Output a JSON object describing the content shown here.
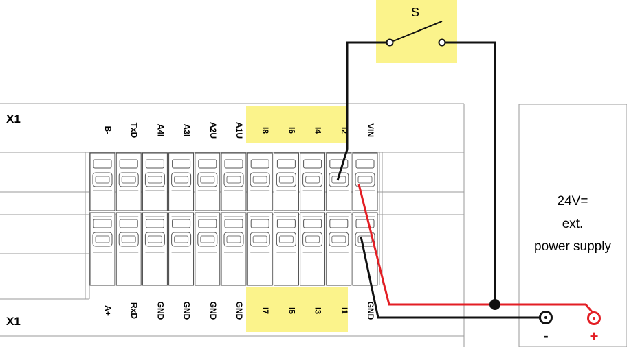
{
  "module": {
    "label_top": "X1",
    "label_bottom": "X1",
    "top_terminals": [
      "B-",
      "TxD",
      "A4I",
      "A3I",
      "A2U",
      "A1U",
      "I8",
      "I6",
      "I4",
      "I2",
      "VIN"
    ],
    "bottom_terminals": [
      "A+",
      "RxD",
      "GND",
      "GND",
      "GND",
      "GND",
      "I7",
      "I5",
      "I3",
      "I1",
      "GND"
    ],
    "highlight_terminal_indices": [
      6,
      7,
      8,
      9
    ]
  },
  "switch": {
    "label": "S"
  },
  "power_supply": {
    "lines": [
      "24V=",
      "ext.",
      "power supply"
    ],
    "minus_label": "-",
    "plus_label": "+"
  },
  "colors": {
    "highlight": "#fbf38b",
    "wire_black": "#111111",
    "wire_red": "#e31e24",
    "outline": "#9a9a9a"
  }
}
